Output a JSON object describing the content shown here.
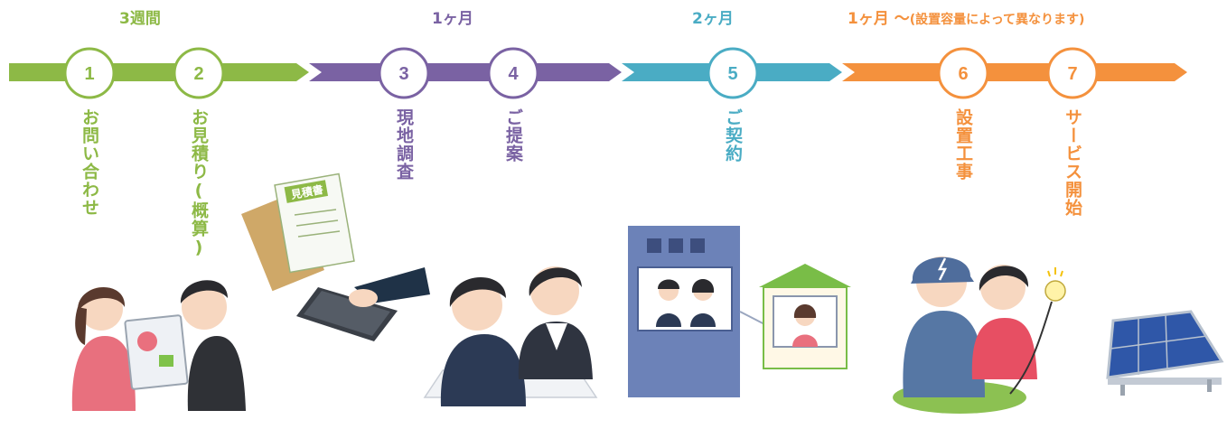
{
  "colors": {
    "green": "#8db946",
    "purple": "#7a62a3",
    "blue": "#4aacc4",
    "orange": "#f4913d"
  },
  "phases": [
    {
      "label": "3週間",
      "color": "#8db946"
    },
    {
      "label": "1ヶ月",
      "color": "#7a62a3"
    },
    {
      "label": "2ヶ月",
      "color": "#4aacc4"
    },
    {
      "label": "1ヶ月 〜",
      "note": "(設置容量によって異なります)",
      "color": "#f4913d"
    }
  ],
  "steps": [
    {
      "number": "1",
      "label": "お問い合わせ"
    },
    {
      "number": "2",
      "label": "お見積り(概算)"
    },
    {
      "number": "3",
      "label": "現地調査"
    },
    {
      "number": "4",
      "label": "ご提案"
    },
    {
      "number": "5",
      "label": "ご契約"
    },
    {
      "number": "6",
      "label": "設置工事"
    },
    {
      "number": "7",
      "label": "サービス開始"
    }
  ],
  "illustrations": {
    "estimate_document_title": "見積書"
  }
}
